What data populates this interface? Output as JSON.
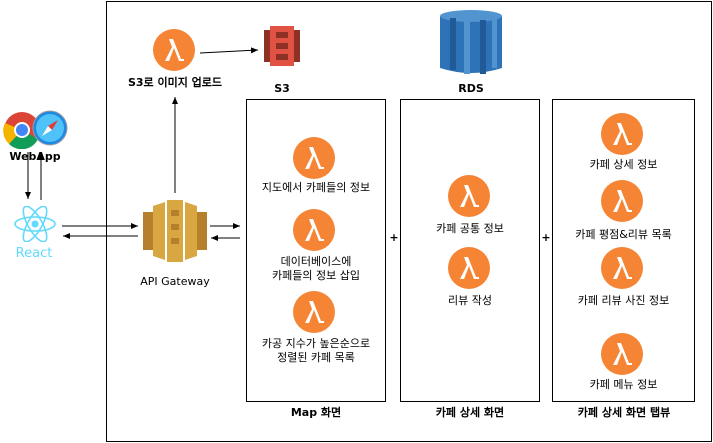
{
  "outer_labels": {
    "s3_upload": "S3로 이미지 업로드",
    "s3": "S3",
    "rds": "RDS",
    "webapp": "WebApp",
    "react": "React",
    "api_gateway": "API Gateway"
  },
  "map_panel": {
    "title": "Map 화면",
    "functions": [
      "지도에서 카페들의 정보",
      "데이터베이스에\n카페들의 정보 삽입",
      "카공 지수가 높은순으로\n정렬된 카페 목록"
    ]
  },
  "detail_panel": {
    "title": "카페 상세 화면",
    "functions": [
      "카페 공통 정보",
      "리뷰 작성"
    ]
  },
  "tab_panel": {
    "title": "카페 상세 화면 탭뷰",
    "functions": [
      "카페 상세 정보",
      "카페 평점&리뷰 목록",
      "카페 리뷰 사진 정보",
      "카페 메뉴 정보"
    ]
  },
  "plus_signs": [
    "+",
    "+"
  ],
  "colors": {
    "lambda": "#F58534",
    "s3": "#E05243",
    "rds": "#2E73B8",
    "api_gateway": "#D9A741",
    "react": "#61DAFB"
  }
}
